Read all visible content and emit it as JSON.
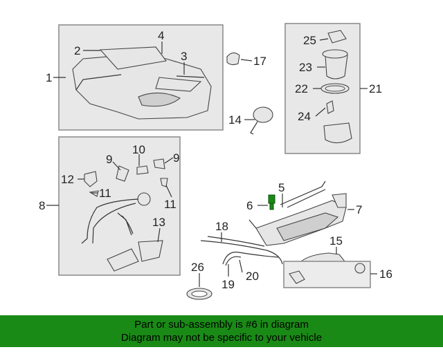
{
  "diagram": {
    "callouts": {
      "c1": "1",
      "c2": "2",
      "c3": "3",
      "c4": "4",
      "c5": "5",
      "c6": "6",
      "c7": "7",
      "c8": "8",
      "c9a": "9",
      "c9b": "9",
      "c10": "10",
      "c11a": "11",
      "c11b": "11",
      "c12": "12",
      "c13": "13",
      "c14": "14",
      "c15": "15",
      "c16": "16",
      "c17": "17",
      "c18": "18",
      "c19": "19",
      "c20": "20",
      "c21": "21",
      "c22": "22",
      "c23": "23",
      "c24": "24",
      "c25": "25",
      "c26": "26"
    },
    "highlight_color": "#1a8a16"
  },
  "banner": {
    "line1": "Part or sub-assembly is #6 in diagram",
    "line2": "Diagram may not be specific to your vehicle"
  }
}
